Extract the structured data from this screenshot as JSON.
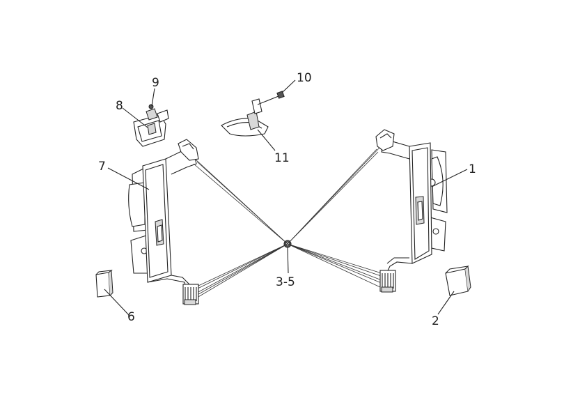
{
  "callouts": {
    "c1": "1",
    "c2": "2",
    "c3_5": "3-5",
    "c6": "6",
    "c7": "7",
    "c8": "8",
    "c9": "9",
    "c10": "10",
    "c11": "11"
  }
}
